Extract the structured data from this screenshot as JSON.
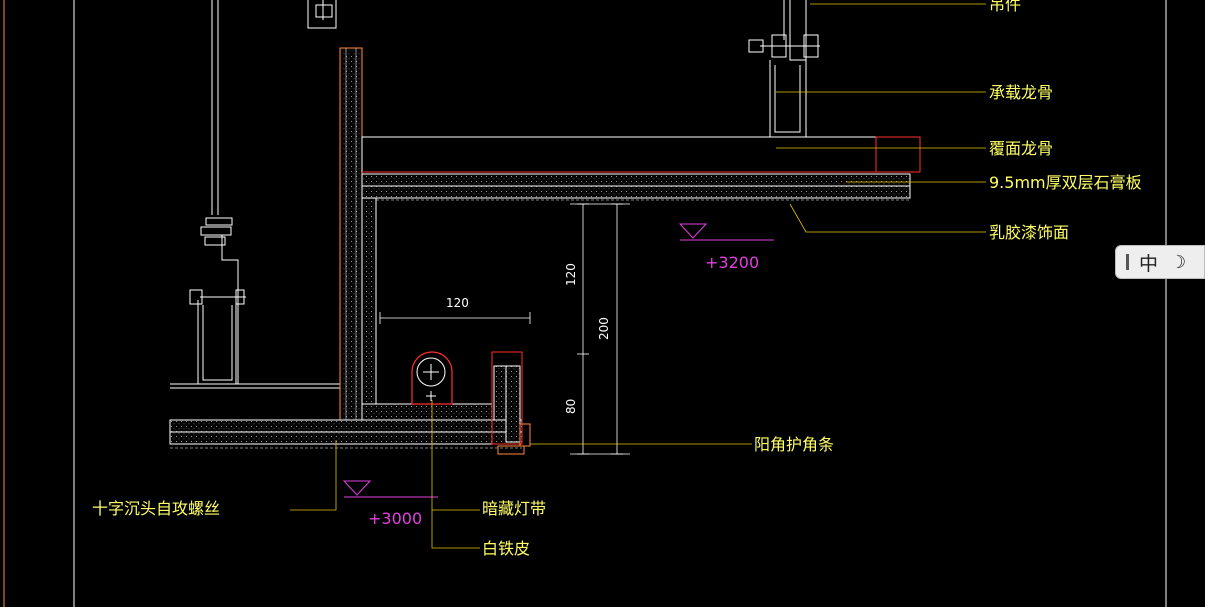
{
  "labels": {
    "hanger": "吊件",
    "main_keel": "承载龙骨",
    "cover_keel": "覆面龙骨",
    "gypsum": "9.5mm厚双层石膏板",
    "latex": "乳胶漆饰面",
    "corner": "阳角护角条",
    "screw": "十字沉头自攻螺丝",
    "led": "暗藏灯带",
    "tin": "白铁皮"
  },
  "elevations": {
    "upper": "+3200",
    "lower": "+3000"
  },
  "dims": {
    "horizontal": "120",
    "v1": "120",
    "v2": "80",
    "total": "200"
  },
  "ime": {
    "mode": "中",
    "moon": "☽"
  },
  "colors": {
    "bg": "#000000",
    "white": "#ffffff",
    "yellow": "#ffff66",
    "orange": "#ff8a3d",
    "red": "#ff3030",
    "magenta": "#e040e0",
    "leader": "#e6c400"
  }
}
